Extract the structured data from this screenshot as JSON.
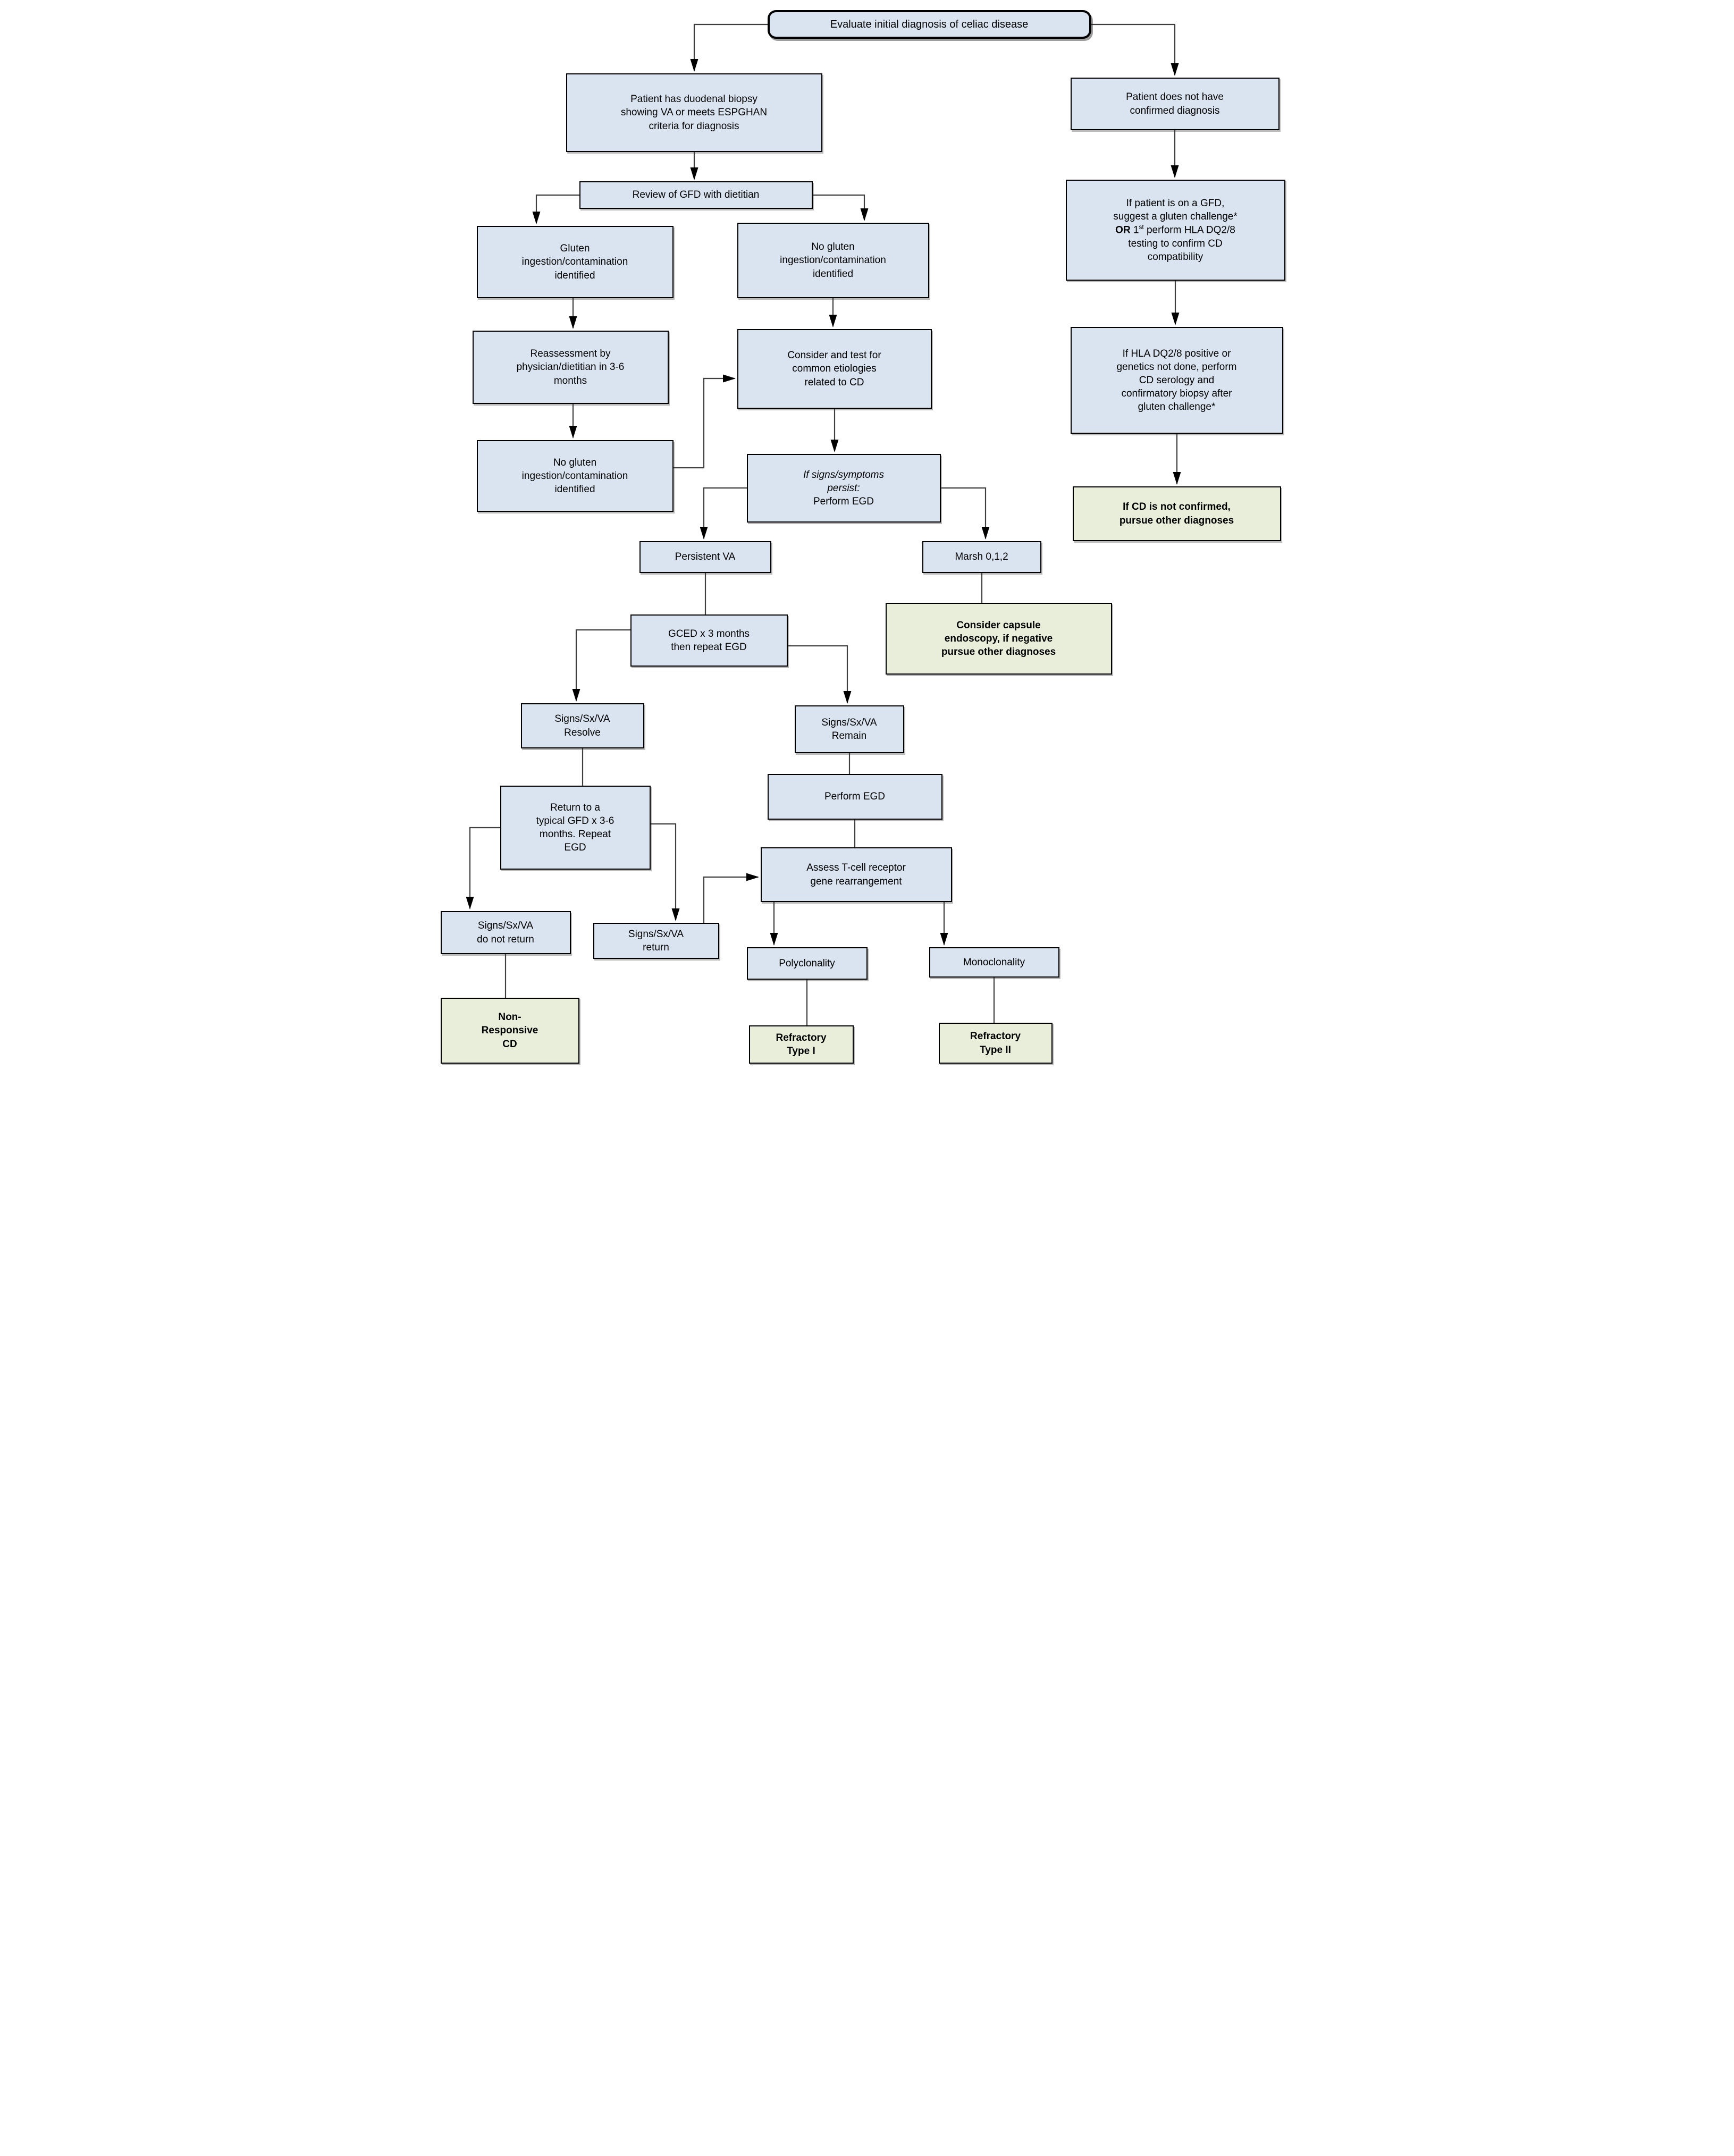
{
  "diagram": {
    "description": "Flowchart for evaluating initial diagnosis of celiac disease",
    "colors": {
      "process_box_fill": "#d9e4f0",
      "outcome_box_fill": "#e9eedb",
      "border": "#000000",
      "connector_line": "#3f3f3f",
      "arrowhead": "#000000",
      "background": "#ffffff"
    }
  },
  "nodes": {
    "evaluate": {
      "label": "Evaluate initial diagnosis of celiac disease"
    },
    "biopsy": {
      "label": "Patient has duodenal biopsy\nshowing VA or meets ESPGHAN\ncriteria for diagnosis"
    },
    "not_confirmed": {
      "label": "Patient does not have\nconfirmed diagnosis"
    },
    "review_gfd": {
      "label": "Review of GFD with dietitian"
    },
    "gluten_identified": {
      "label": "Gluten\ningestion/contamination\nidentified"
    },
    "no_gluten_identified": {
      "label": "No gluten\ningestion/contamination\nidentified"
    },
    "if_gfd": {
      "part1": "If patient is on a GFD,\nsuggest a gluten challenge*\n",
      "or": "OR",
      "mid": " 1",
      "sup": "st",
      "part2": " perform HLA DQ2/8\ntesting to confirm CD\ncompatibility"
    },
    "reassessment": {
      "label": "Reassessment by\nphysician/dietitian in 3-6\nmonths"
    },
    "consider_etiologies": {
      "label": "Consider and test for\ncommon etiologies\nrelated to CD"
    },
    "hla": {
      "label": "If HLA DQ2/8 positive or\ngenetics not done, perform\nCD serology and\nconfirmatory biopsy after\ngluten challenge*"
    },
    "no_gluten_identified2": {
      "label": "No gluten\ningestion/contamination\nidentified"
    },
    "persist": {
      "italic": "If signs/symptoms\npersist:",
      "regular": "Perform EGD"
    },
    "cd_not_confirmed": {
      "label": "If CD is not confirmed,\npursue other diagnoses"
    },
    "persistent_va": {
      "label": "Persistent VA"
    },
    "marsh": {
      "label": "Marsh 0,1,2"
    },
    "capsule": {
      "label": "Consider capsule\nendoscopy, if negative\npursue other diagnoses"
    },
    "gced": {
      "label": "GCED x 3 months\nthen repeat EGD"
    },
    "resolve": {
      "label": "Signs/Sx/VA\nResolve"
    },
    "remain": {
      "label": "Signs/Sx/VA\nRemain"
    },
    "perform_egd": {
      "label": "Perform EGD"
    },
    "return_gfd": {
      "label": "Return to a\ntypical GFD x 3-6\nmonths. Repeat\nEGD"
    },
    "assess_tcell": {
      "label": "Assess T-cell receptor\ngene rearrangement"
    },
    "no_return": {
      "label": "Signs/Sx/VA\ndo not return"
    },
    "sx_return": {
      "label": "Signs/Sx/VA\nreturn"
    },
    "polyclonality": {
      "label": "Polyclonality"
    },
    "monoclonality": {
      "label": "Monoclonality"
    },
    "nonresponsive": {
      "label": "Non-\nResponsive\nCD"
    },
    "refractory1": {
      "label": "Refractory\nType I"
    },
    "refractory2": {
      "label": "Refractory\nType II"
    }
  }
}
